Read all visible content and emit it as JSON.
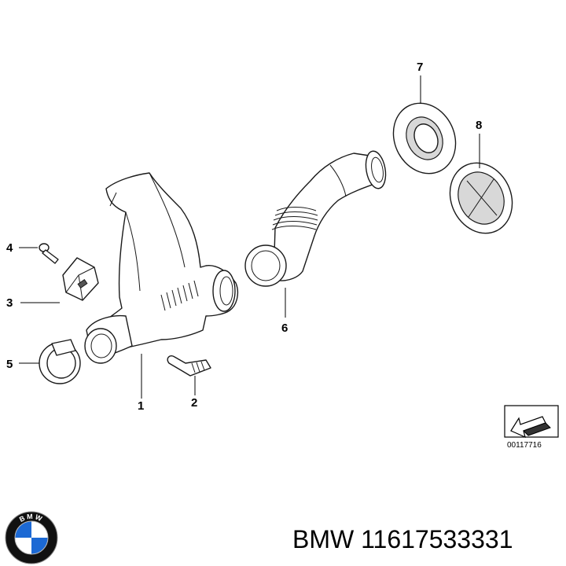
{
  "diagram": {
    "callouts": [
      {
        "id": "1",
        "text": "1"
      },
      {
        "id": "2",
        "text": "2"
      },
      {
        "id": "3",
        "text": "3"
      },
      {
        "id": "4",
        "text": "4"
      },
      {
        "id": "5",
        "text": "5"
      },
      {
        "id": "6",
        "text": "6"
      },
      {
        "id": "7",
        "text": "7"
      },
      {
        "id": "8",
        "text": "8"
      }
    ],
    "drawing_code": "00117716"
  },
  "footer": {
    "logo_text": "BMW",
    "brand": "BMW",
    "part_number": "11617533331",
    "label": "BMW 11617533331"
  },
  "colors": {
    "logo_blue": "#1c69d4",
    "logo_ring": "#111111"
  }
}
